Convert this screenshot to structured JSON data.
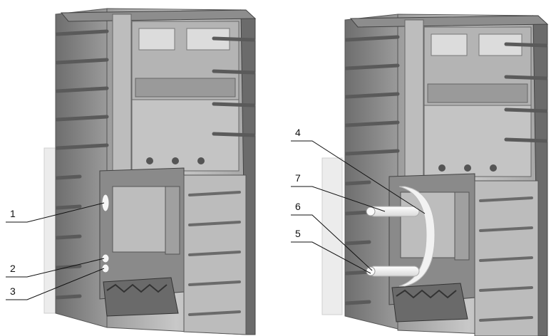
{
  "callouts": {
    "left": [
      {
        "id": "1",
        "text": "1"
      },
      {
        "id": "2",
        "text": "2"
      },
      {
        "id": "3",
        "text": "3"
      }
    ],
    "right": [
      {
        "id": "4",
        "text": "4"
      },
      {
        "id": "7",
        "text": "7"
      },
      {
        "id": "6",
        "text": "6"
      },
      {
        "id": "5",
        "text": "5"
      }
    ]
  },
  "colors": {
    "metal_light": "#c9c9c9",
    "metal_mid": "#a9a9a9",
    "metal_dark": "#7d7d7d",
    "metal_edge": "#4a4a4a",
    "fitting": "#f4f4f4",
    "glass": "#e9e9e9"
  }
}
